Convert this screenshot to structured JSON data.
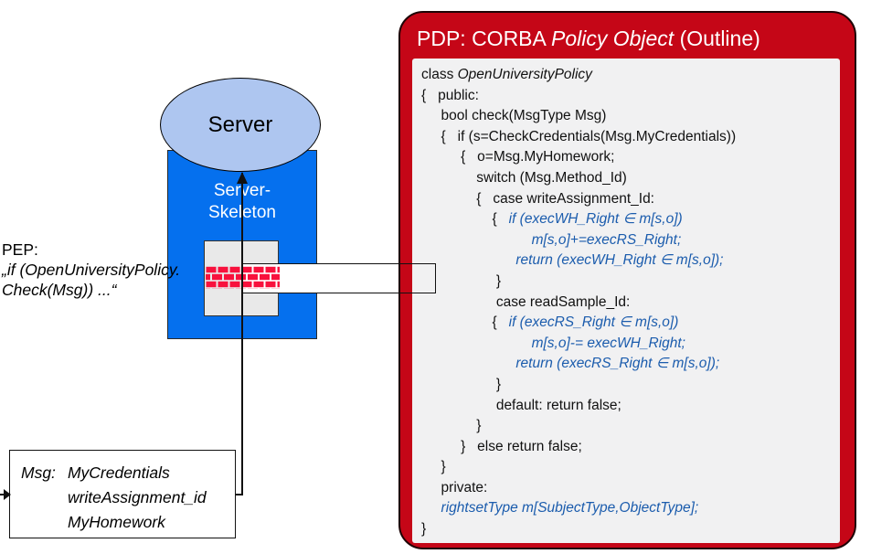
{
  "colors": {
    "pdp_red": "#C50617",
    "panel_gray": "#F1F1F2",
    "code_blue": "#1B5CAD",
    "server_blue": "#0570EE",
    "ellipse_blue": "#AEC6F0",
    "brick_red": "#F8113D",
    "box_gray": "#E9E9E9"
  },
  "pep": {
    "label": "PEP:",
    "code_line1": "„if (OpenUniversityPolicy.",
    "code_line2": "Check(Msg)) ...“"
  },
  "server": {
    "label": "Server",
    "skeleton_line1": "Server-",
    "skeleton_line2": "Skeleton"
  },
  "msg_box": {
    "prefix": "Msg:",
    "fields": [
      "MyCredentials",
      "writeAssignment_id",
      "MyHomework"
    ]
  },
  "pdp": {
    "title_prefix": "PDP: CORBA ",
    "title_italic": "Policy Object",
    "title_suffix": " (Outline)",
    "code_lines": [
      [
        {
          "t": "class ",
          "s": "p"
        },
        {
          "t": "OpenUniversityPolicy",
          "s": "ki"
        }
      ],
      [
        {
          "t": "{   public:",
          "s": "p"
        }
      ],
      [
        {
          "t": "     bool check(MsgType Msg)",
          "s": "p"
        }
      ],
      [
        {
          "t": "     {   if (s=CheckCredentials(Msg.MyCredentials))",
          "s": "p"
        }
      ],
      [
        {
          "t": "          {   o=Msg.MyHomework;",
          "s": "p"
        }
      ],
      [
        {
          "t": "              switch (Msg.Method_Id)",
          "s": "p"
        }
      ],
      [
        {
          "t": "              {   case writeAssignment_Id:",
          "s": "p"
        }
      ],
      [
        {
          "t": "                  {   ",
          "s": "p"
        },
        {
          "t": "if (execWH_Right ∈ m[s,o])",
          "s": "bi"
        }
      ],
      [
        {
          "t": "                            ",
          "s": "p"
        },
        {
          "t": "m[s,o]+=execRS_Right;",
          "s": "bi"
        }
      ],
      [
        {
          "t": "                        ",
          "s": "p"
        },
        {
          "t": "return (execWH_Right ∈ m[s,o]);",
          "s": "bi"
        }
      ],
      [
        {
          "t": "                   }",
          "s": "p"
        }
      ],
      [
        {
          "t": "                   case readSample_Id:",
          "s": "p"
        }
      ],
      [
        {
          "t": "                  {   ",
          "s": "p"
        },
        {
          "t": "if (execRS_Right ∈ m[s,o])",
          "s": "bi"
        }
      ],
      [
        {
          "t": "                            ",
          "s": "p"
        },
        {
          "t": "m[s,o]-= execWH_Right;",
          "s": "bi"
        }
      ],
      [
        {
          "t": "                        ",
          "s": "p"
        },
        {
          "t": "return (execRS_Right ∈ m[s,o]);",
          "s": "bi"
        }
      ],
      [
        {
          "t": "                   }",
          "s": "p"
        }
      ],
      [
        {
          "t": "                   default: return false;",
          "s": "p"
        }
      ],
      [
        {
          "t": "              }",
          "s": "p"
        }
      ],
      [
        {
          "t": "          }   else return false;",
          "s": "p"
        }
      ],
      [
        {
          "t": "     }",
          "s": "p"
        }
      ],
      [
        {
          "t": "     private:",
          "s": "p"
        }
      ],
      [
        {
          "t": "     ",
          "s": "p"
        },
        {
          "t": "rightsetType m[SubjectType,ObjectType];",
          "s": "bi"
        }
      ],
      [
        {
          "t": "}",
          "s": "p"
        }
      ]
    ]
  }
}
